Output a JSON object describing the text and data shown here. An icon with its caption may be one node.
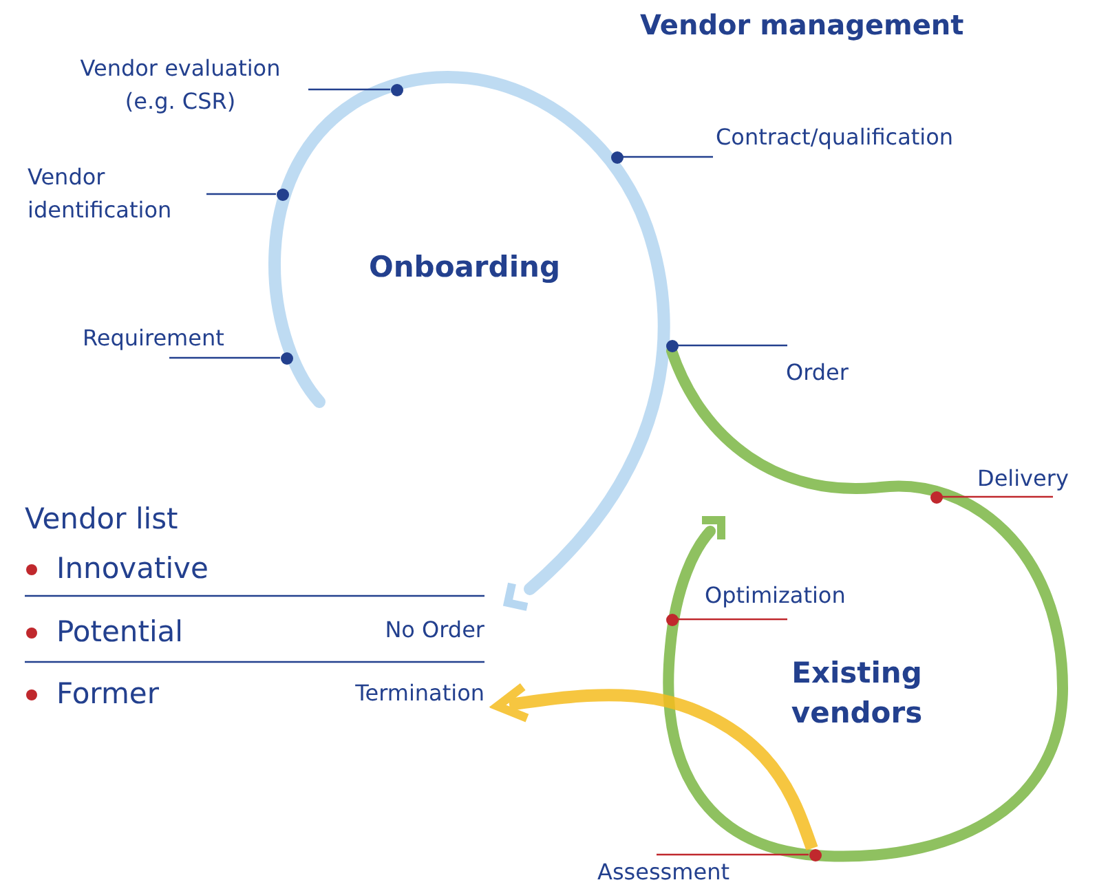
{
  "diagram": {
    "title": "Vendor management",
    "nodes": [
      {
        "text": [
          "Vendor evaluation (e.g. CSR)"
        ]
      },
      {
        "text": [],
        "shape": "circle"
      },
      {
        "text": [
          "Contract/qualification"
        ]
      },
      {
        "text": [],
        "shape": "circle"
      },
      {
        "text": [
          "Vendor identification"
        ]
      },
      {
        "text": [],
        "shape": "circle"
      },
      {
        "text": [
          "Requirement"
        ]
      },
      {
        "text": [],
        "shape": "circle"
      },
      {
        "text": [
          "Order"
        ]
      },
      {
        "text": [],
        "shape": "circle"
      },
      {
        "text": [
          "Delivery"
        ]
      },
      {
        "text": [],
        "shape": "circle"
      },
      {
        "text": [
          "Optimization"
        ]
      },
      {
        "text": [],
        "shape": "circle"
      },
      {
        "text": [
          "Assessment"
        ]
      },
      {
        "text": [],
        "shape": "circle"
      },
      {
        "text": [
          "Termination"
        ]
      }
    ],
    "edges": [
      {
        "from": 0,
        "to": 1,
        "arrow": "none"
      },
      {
        "from": 2,
        "to": 3,
        "arrow": "none"
      },
      {
        "from": 4,
        "to": 5,
        "arrow": "none"
      },
      {
        "from": 6,
        "to": 7,
        "arrow": "none"
      },
      {
        "from": 8,
        "to": 9,
        "arrow": "none"
      },
      {
        "from": 10,
        "to": 11,
        "arrow": "none",
        "color": "#c0282d"
      },
      {
        "from": 12,
        "to": 13,
        "arrow": "none",
        "color": "#c0282d"
      },
      {
        "from": 14,
        "to": 15,
        "arrow": "none",
        "color": "#c0282d"
      },
      {
        "from": 15,
        "to": 16,
        "arrow": "to",
        "style": "thick",
        "color": "#f5bd1f"
      }
    ],
    "labels": [
      "Onboarding",
      "Vendor list",
      "Innovative",
      "Potential",
      "No Order",
      "Former",
      "Existing vendors"
    ]
  }
}
